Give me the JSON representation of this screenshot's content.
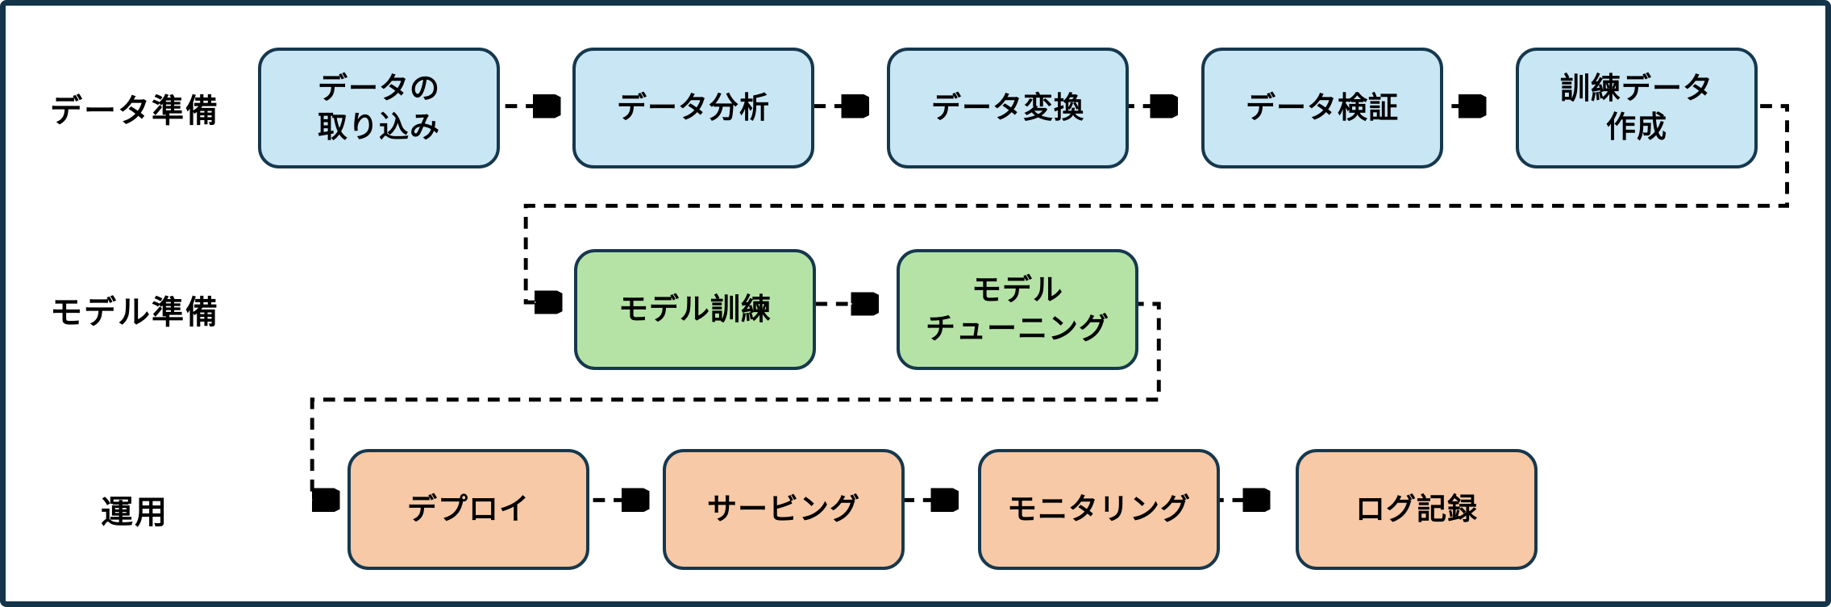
{
  "diagram": {
    "rows": [
      {
        "label": "データ準備",
        "nodes": [
          {
            "id": "data-ingestion",
            "label": "データの\n取り込み"
          },
          {
            "id": "data-analysis",
            "label": "データ分析"
          },
          {
            "id": "data-transform",
            "label": "データ変換"
          },
          {
            "id": "data-validation",
            "label": "データ検証"
          },
          {
            "id": "training-data-creation",
            "label": "訓練データ\n作成"
          }
        ]
      },
      {
        "label": "モデル準備",
        "nodes": [
          {
            "id": "model-training",
            "label": "モデル訓練"
          },
          {
            "id": "model-tuning",
            "label": "モデル\nチューニング"
          }
        ]
      },
      {
        "label": "運用",
        "nodes": [
          {
            "id": "deploy",
            "label": "デプロイ"
          },
          {
            "id": "serving",
            "label": "サービング"
          },
          {
            "id": "monitoring",
            "label": "モニタリング"
          },
          {
            "id": "logging",
            "label": "ログ記録"
          }
        ]
      }
    ],
    "edges": [
      [
        "data-ingestion",
        "data-analysis"
      ],
      [
        "data-analysis",
        "data-transform"
      ],
      [
        "data-transform",
        "data-validation"
      ],
      [
        "data-validation",
        "training-data-creation"
      ],
      [
        "training-data-creation",
        "model-training"
      ],
      [
        "model-training",
        "model-tuning"
      ],
      [
        "model-tuning",
        "deploy"
      ],
      [
        "deploy",
        "serving"
      ],
      [
        "serving",
        "monitoring"
      ],
      [
        "monitoring",
        "logging"
      ]
    ],
    "palette": {
      "data_prep_fill": "#c9e6f4",
      "model_prep_fill": "#b5e3a6",
      "ops_fill": "#f7c9a6",
      "node_stroke": "#16384e",
      "frame": "#14344a",
      "connector": "#000000",
      "background": "#ffffff"
    }
  }
}
